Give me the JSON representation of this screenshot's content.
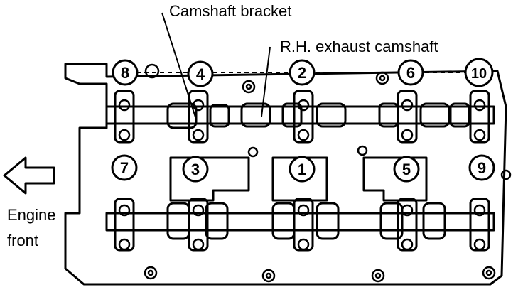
{
  "labels": {
    "camshaft_bracket": "Camshaft bracket",
    "rh_exhaust_camshaft": "R.H. exhaust camshaft",
    "engine_front_line1": "Engine",
    "engine_front_line2": "front"
  },
  "bolt_sequence": [
    "1",
    "2",
    "3",
    "4",
    "5",
    "6",
    "7",
    "8",
    "9",
    "10"
  ],
  "colors": {
    "ink": "#000000",
    "paper": "#ffffff"
  }
}
